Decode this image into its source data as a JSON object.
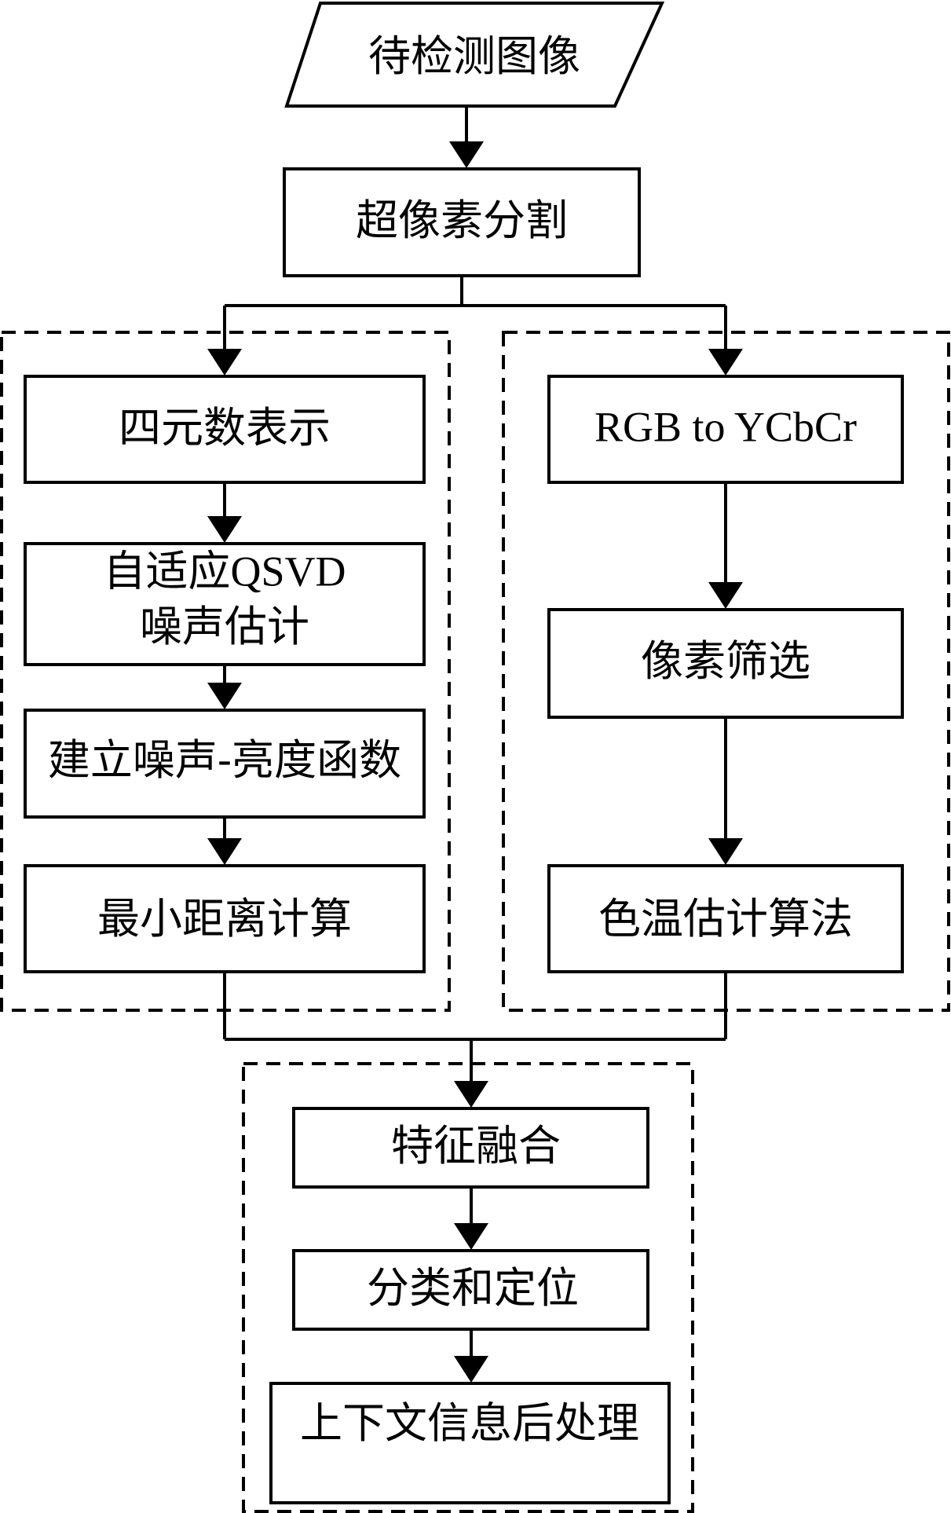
{
  "diagram": {
    "nodes": {
      "input": "待检测图像",
      "superpixel": "超像素分割",
      "quaternion": "四元数表示",
      "qsvd_line1": "自适应QSVD",
      "qsvd_line2": "噪声估计",
      "noise_brightness": "建立噪声-亮度函数",
      "min_distance": "最小距离计算",
      "rgb_to_ycbcr": "RGB to YCbCr",
      "pixel_filter": "像素筛选",
      "color_temp": "色温估计算法",
      "feature_fusion": "特征融合",
      "classify_locate": "分类和定位",
      "context_post": "上下文信息后处理"
    }
  }
}
